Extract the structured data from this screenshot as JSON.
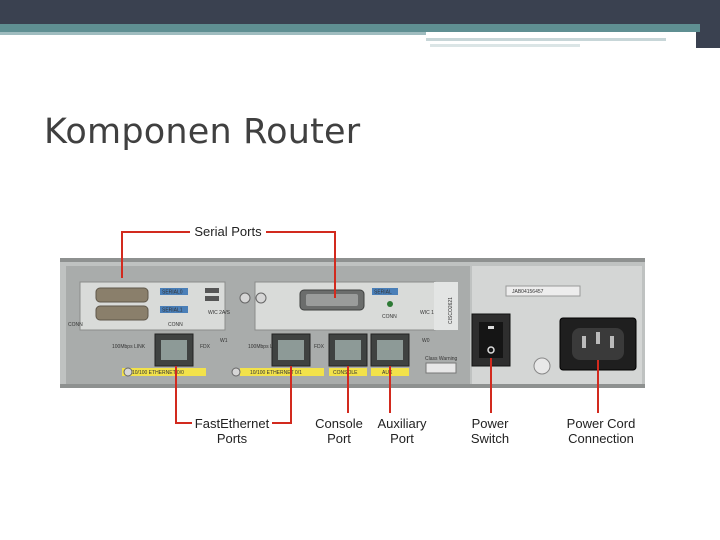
{
  "slide": {
    "title": "Komponen Router"
  },
  "diagram": {
    "labels": {
      "serial_ports": "Serial Ports",
      "fast_ethernet_1": "FastEthernet",
      "fast_ethernet_2": "Ports",
      "console_1": "Console",
      "console_2": "Port",
      "auxiliary_1": "Auxiliary",
      "auxiliary_2": "Port",
      "power_switch_1": "Power",
      "power_switch_2": "Switch",
      "power_cord_1": "Power Cord",
      "power_cord_2": "Connection"
    },
    "panel_text": {
      "serial0": "SERIAL0",
      "serial1": "SERIAL1",
      "conn": "CONN",
      "wic_2as": "WIC 2A/S",
      "serial": "SERIAL",
      "wic_1t": "WIC 1T",
      "cisco2621": "CISCO2621",
      "serial_no": "JAB04156457",
      "w1": "W1",
      "w0": "W0",
      "link_100": "100Mbps LINK",
      "fdx": "FDX",
      "eth0": "10/100 ETHERNET 0/0",
      "eth1": "10/100 ETHERNET 0/1",
      "console": "CONSOLE",
      "aux": "AUX",
      "class_warning": "Class Warning"
    },
    "colors": {
      "callout": "#d22a1e",
      "chassis": "#b3b6b5",
      "port_strip_yellow": "#f2e24a"
    }
  }
}
